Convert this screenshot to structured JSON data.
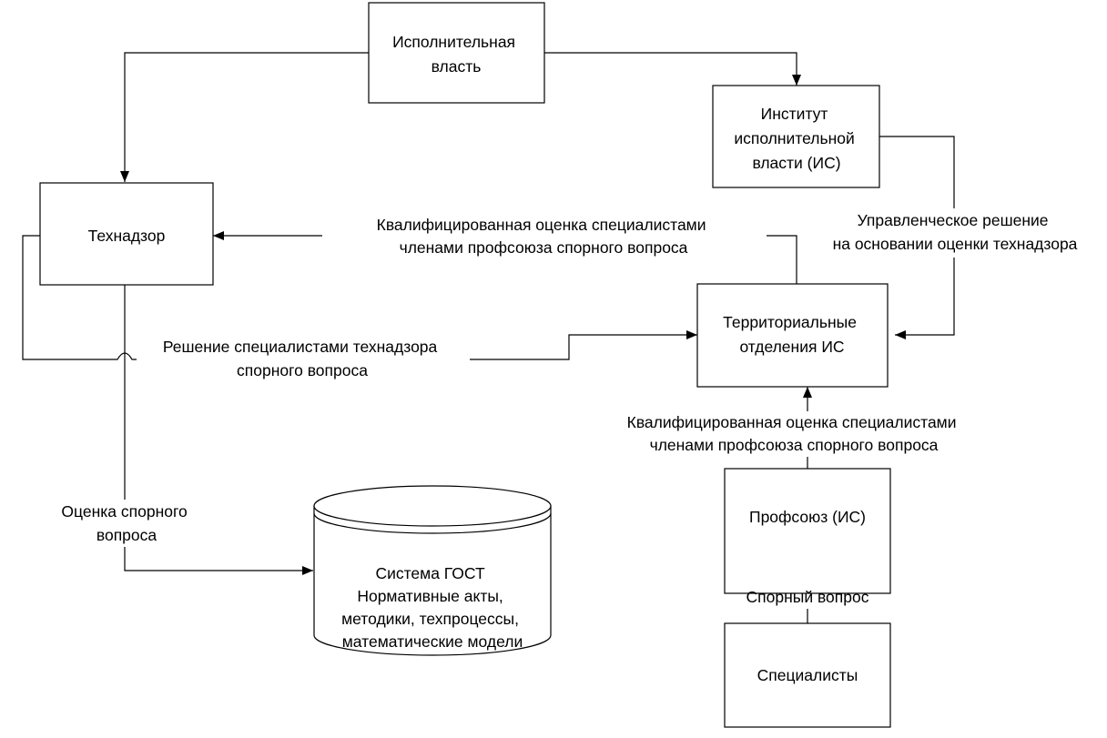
{
  "diagram": {
    "nodes": {
      "executive_power": [
        "Исполнительная",
        "власть"
      ],
      "executive_institute": [
        "Институт",
        "исполнительной",
        "власти (ИС)"
      ],
      "tech_supervision": [
        "Технадзор"
      ],
      "territorial_branches": [
        "Территориальные",
        "отделения ИС"
      ],
      "trade_union": [
        "Профсоюз (ИС)"
      ],
      "specialists": [
        "Специалисты"
      ],
      "gost_system": [
        "Система ГОСТ",
        "Нормативные акты,",
        "методики, техпроцессы,",
        "математические модели"
      ]
    },
    "edge_labels": {
      "management_decision": [
        "Управленческое решение",
        "на основании оценки технадзора"
      ],
      "qualified_assessment_to_tech": [
        "Квалифицированная оценка специалистами",
        "членами профсоюза спорного вопроса"
      ],
      "tech_specialists_decision": [
        "Решение специалистами технадзора",
        "спорного вопроса"
      ],
      "qualified_assessment_to_branches": [
        "Квалифицированная оценка специалистами",
        "членами профсоюза спорного вопроса"
      ],
      "disputed_issue": [
        "Спорный вопрос"
      ],
      "issue_assessment": [
        "Оценка спорного",
        "вопроса"
      ]
    }
  }
}
